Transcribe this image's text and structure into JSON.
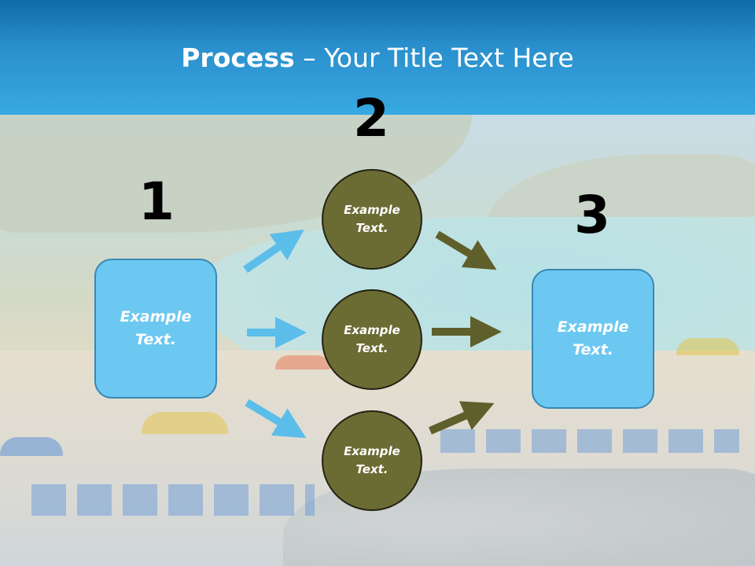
{
  "title": {
    "bold": "Process",
    "rest": " – Your Title Text Here"
  },
  "steps": [
    {
      "number": "1",
      "text": "Example\nText."
    },
    {
      "number": "2",
      "text": "Example\nText."
    },
    {
      "number": "3",
      "text": "Example\nText."
    }
  ],
  "middle_circles": [
    {
      "text": "Example\nText."
    },
    {
      "text": "Example\nText."
    },
    {
      "text": "Example\nText."
    }
  ],
  "colors": {
    "title_band": "#2a8fcc",
    "box_fill": "#6cc8f0",
    "circle_fill": "#6b6b34",
    "blue_arrow": "#5bbdea",
    "olive_arrow": "#5f5f2c"
  },
  "background_image": "faded beach scene with umbrellas, sun loungers, sea and hills"
}
